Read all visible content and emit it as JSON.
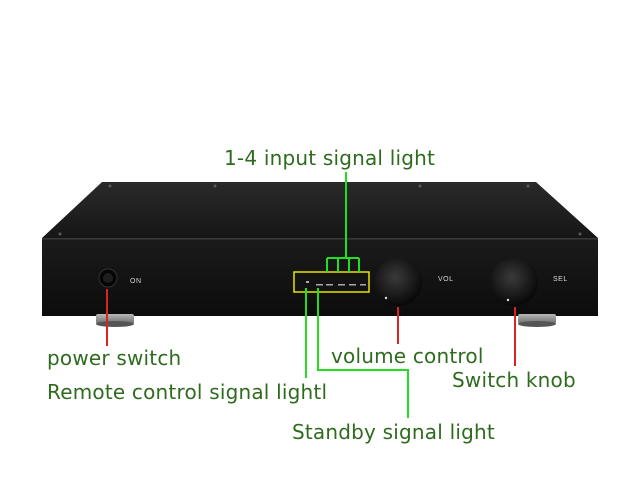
{
  "device": {
    "power_label": "ON",
    "vol_label": "VOL",
    "sel_label": "SEL"
  },
  "callouts": {
    "input_lights": "1-4 input signal light",
    "power_switch": "power switch",
    "volume_control": "volume control",
    "switch_knob": "Switch knob",
    "remote_light": "Remote control signal lightl",
    "standby_light": "Standby signal light"
  },
  "colors": {
    "body_dark": "#111111",
    "callout_text": "#2e6b1e",
    "leader_green": "#22dd22",
    "leader_red": "#dd2222",
    "highlight_box": "#e6e600"
  }
}
